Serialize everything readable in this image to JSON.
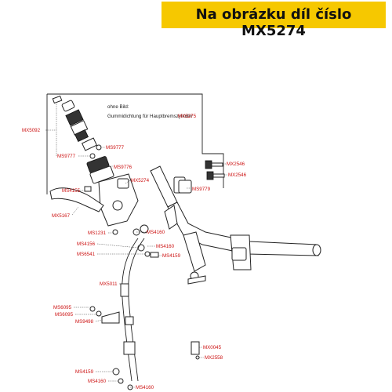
{
  "header": {
    "title": "Na obrázku díl číslo MX5274"
  },
  "inset": {
    "line1": "ohne Bild:",
    "line2": "Gummidichtung für Hauptbremszylinder",
    "line2_code": "MX5275"
  },
  "labels": {
    "MX5092": "MX5092",
    "MS9777a": "MS9777",
    "MS9777b": "MS9777",
    "MS9776": "MS9776",
    "MX5274": "MX5274",
    "MS4155": "MS4155",
    "MX5167": "MX5167",
    "MS1231": "MS1231",
    "MS4160a": "MS4160",
    "MS4156": "MS4156",
    "MS4160b": "MS4160",
    "MS6541": "MS6541",
    "MS4159a": "MS4159",
    "MX5011": "MX5011",
    "MS6095a": "MS6095",
    "MS6095b": "MS6095",
    "MS9498": "MS9498",
    "MX2546a": "MX2546",
    "MX2546b": "MX2546",
    "MS9779": "MS9779",
    "MX0045": "MX0045",
    "MX2558": "MX2558",
    "MS4159b": "MS4159",
    "MS4160c": "MS4160",
    "MS4160d": "MS4160"
  },
  "colors": {
    "banner": "#f6c800",
    "label": "#cc1111"
  }
}
